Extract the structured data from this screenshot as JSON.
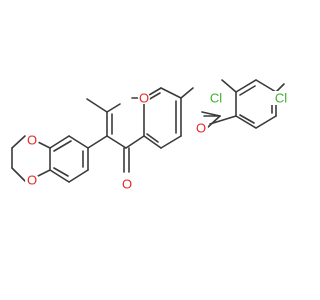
{
  "colors": {
    "bond": "#3a3a3a",
    "oxygen": "#e8262b",
    "chlorine": "#3fae2a",
    "background": "#ffffff"
  },
  "atoms": {
    "o_keto": "O",
    "o_pyran": "O",
    "o_ether": "O",
    "o_dioxepine_top": "O",
    "o_dioxepine_bottom": "O",
    "cl_ortho": "Cl",
    "cl_para": "Cl"
  }
}
